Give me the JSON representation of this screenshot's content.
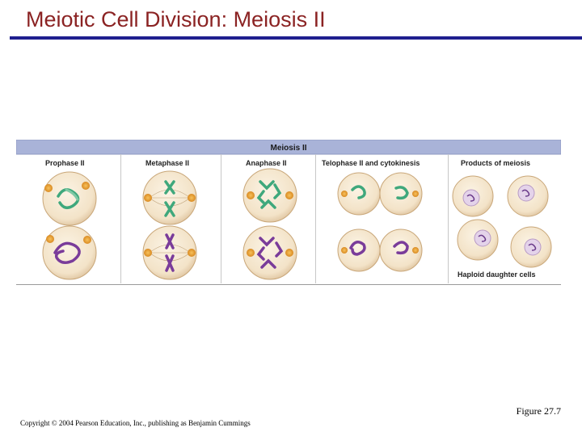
{
  "slide": {
    "title": "Meiotic Cell Division: Meiosis II",
    "caption": "Figure 27.7",
    "copyright": "Copyright © 2004 Pearson Education, Inc., publishing as Benjamin Cummings"
  },
  "figure": {
    "header": "Meiosis II",
    "phases": [
      {
        "label": "Prophase II"
      },
      {
        "label": "Metaphase II"
      },
      {
        "label": "Anaphase II"
      },
      {
        "label": "Telophase II and cytokinesis"
      },
      {
        "label": "Products of meiosis"
      }
    ],
    "products_caption": "Haploid daughter cells",
    "colors": {
      "header_band": "#a9b3d8",
      "cell_fill": "#f3e5cf",
      "cell_rim": "#c9a779",
      "centrosome": "#e59a2e",
      "chromosome_green": "#3fa87c",
      "chromosome_purple": "#7a3c9a",
      "nucleus_fill": "#e4d3ea"
    }
  }
}
